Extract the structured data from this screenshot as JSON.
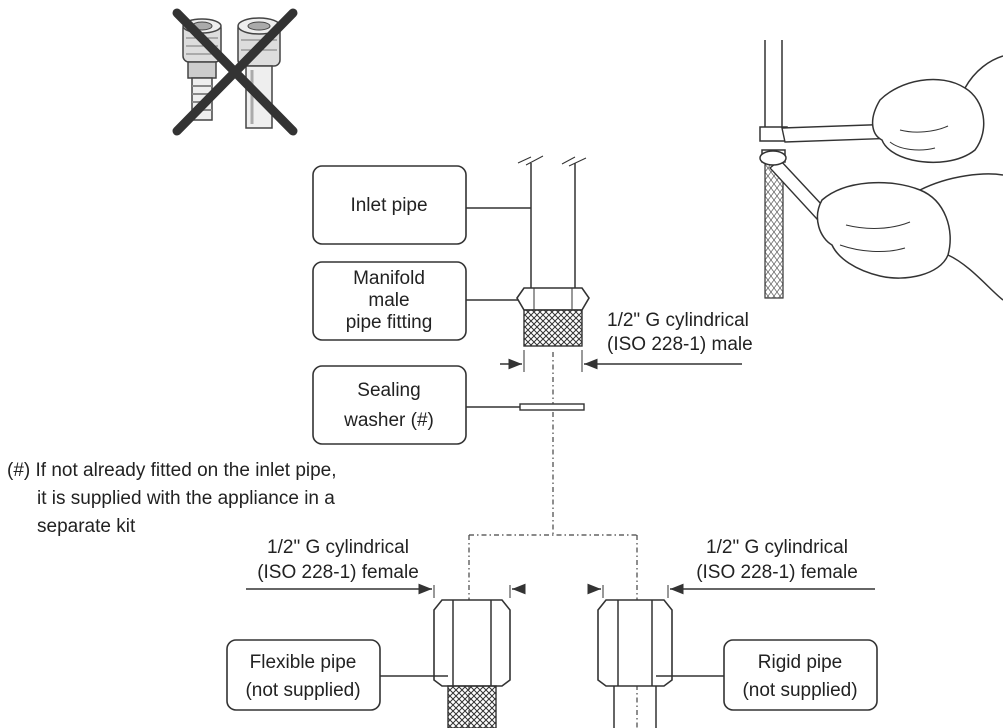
{
  "labels": {
    "inlet_pipe": "Inlet pipe",
    "manifold": [
      "Manifold",
      "male",
      "pipe fitting"
    ],
    "sealing": [
      "Sealing",
      "washer (#)"
    ],
    "male_spec": [
      "1/2\" G cylindrical",
      "(ISO 228-1) male"
    ],
    "female_spec_left": [
      "1/2\" G cylindrical",
      "(ISO 228-1) female"
    ],
    "female_spec_right": [
      "1/2\" G cylindrical",
      "(ISO 228-1) female"
    ],
    "flexible": [
      "Flexible pipe",
      "(not supplied)"
    ],
    "rigid": [
      "Rigid pipe",
      "(not supplied)"
    ]
  },
  "note": [
    "(#) If not already fitted on the inlet pipe,",
    "it is supplied with the appliance in a",
    "separate kit"
  ]
}
